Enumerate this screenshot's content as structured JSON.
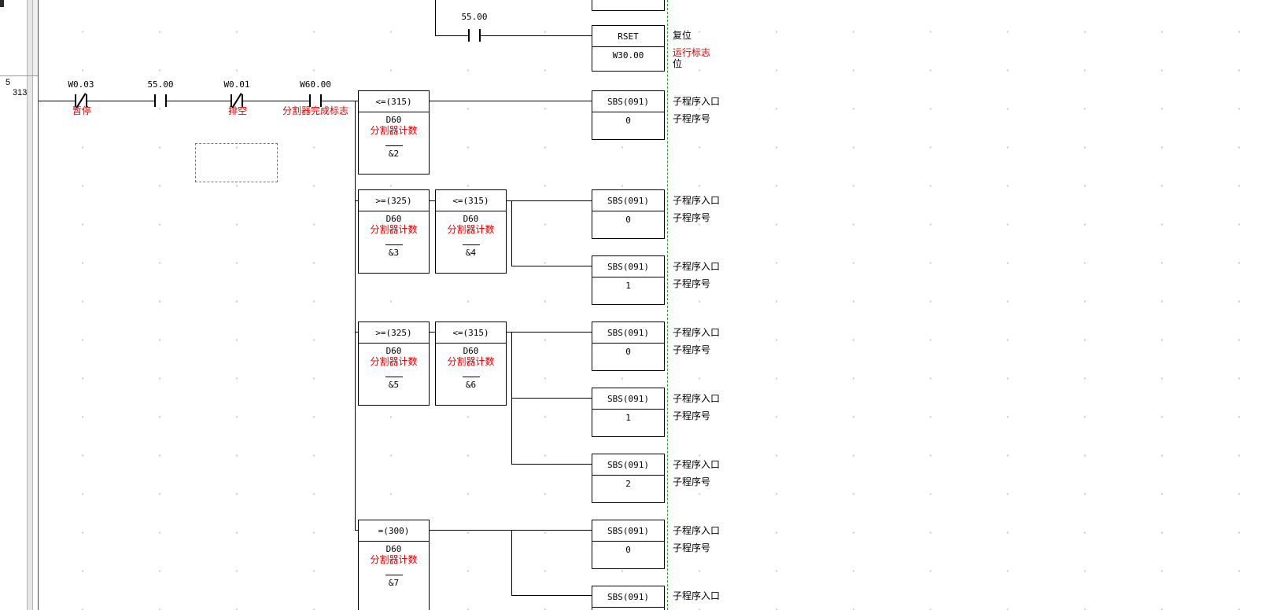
{
  "margin": {
    "rung_number": "5",
    "step_number": "313"
  },
  "top_rung": {
    "contact": {
      "address": "55.00"
    },
    "rset": {
      "title": "RSET",
      "operand": "W30.00"
    },
    "comments": {
      "line1": "复位",
      "line2": "运行标志",
      "line3": "位"
    }
  },
  "rung": {
    "contacts": [
      {
        "address": "W0.03",
        "comment": "暂停"
      },
      {
        "address": "55.00",
        "comment": ""
      },
      {
        "address": "W0.01",
        "comment": "排空"
      },
      {
        "address": "W60.00",
        "comment": "分割器完成标志"
      }
    ],
    "compare_blocks": [
      {
        "op": "<=(315)",
        "word": "D60",
        "word_comment": "分割器计数",
        "value": "&2"
      },
      {
        "op": ">=(325)",
        "word": "D60",
        "word_comment": "分割器计数",
        "value": "&3"
      },
      {
        "op": "<=(315)",
        "word": "D60",
        "word_comment": "分割器计数",
        "value": "&4"
      },
      {
        "op": ">=(325)",
        "word": "D60",
        "word_comment": "分割器计数",
        "value": "&5"
      },
      {
        "op": "<=(315)",
        "word": "D60",
        "word_comment": "分割器计数",
        "value": "&6"
      },
      {
        "op": "=(300)",
        "word": "D60",
        "word_comment": "分割器计数",
        "value": "&7"
      }
    ],
    "sbs_calls": [
      {
        "title": "SBS(091)",
        "number": "0",
        "comment1": "子程序入口",
        "comment2": "子程序号"
      },
      {
        "title": "SBS(091)",
        "number": "0",
        "comment1": "子程序入口",
        "comment2": "子程序号"
      },
      {
        "title": "SBS(091)",
        "number": "1",
        "comment1": "子程序入口",
        "comment2": "子程序号"
      },
      {
        "title": "SBS(091)",
        "number": "0",
        "comment1": "子程序入口",
        "comment2": "子程序号"
      },
      {
        "title": "SBS(091)",
        "number": "1",
        "comment1": "子程序入口",
        "comment2": "子程序号"
      },
      {
        "title": "SBS(091)",
        "number": "2",
        "comment1": "子程序入口",
        "comment2": "子程序号"
      },
      {
        "title": "SBS(091)",
        "number": "0",
        "comment1": "子程序入口",
        "comment2": "子程序号"
      },
      {
        "title": "SBS(091)",
        "comment1": "子程序入口"
      }
    ]
  }
}
